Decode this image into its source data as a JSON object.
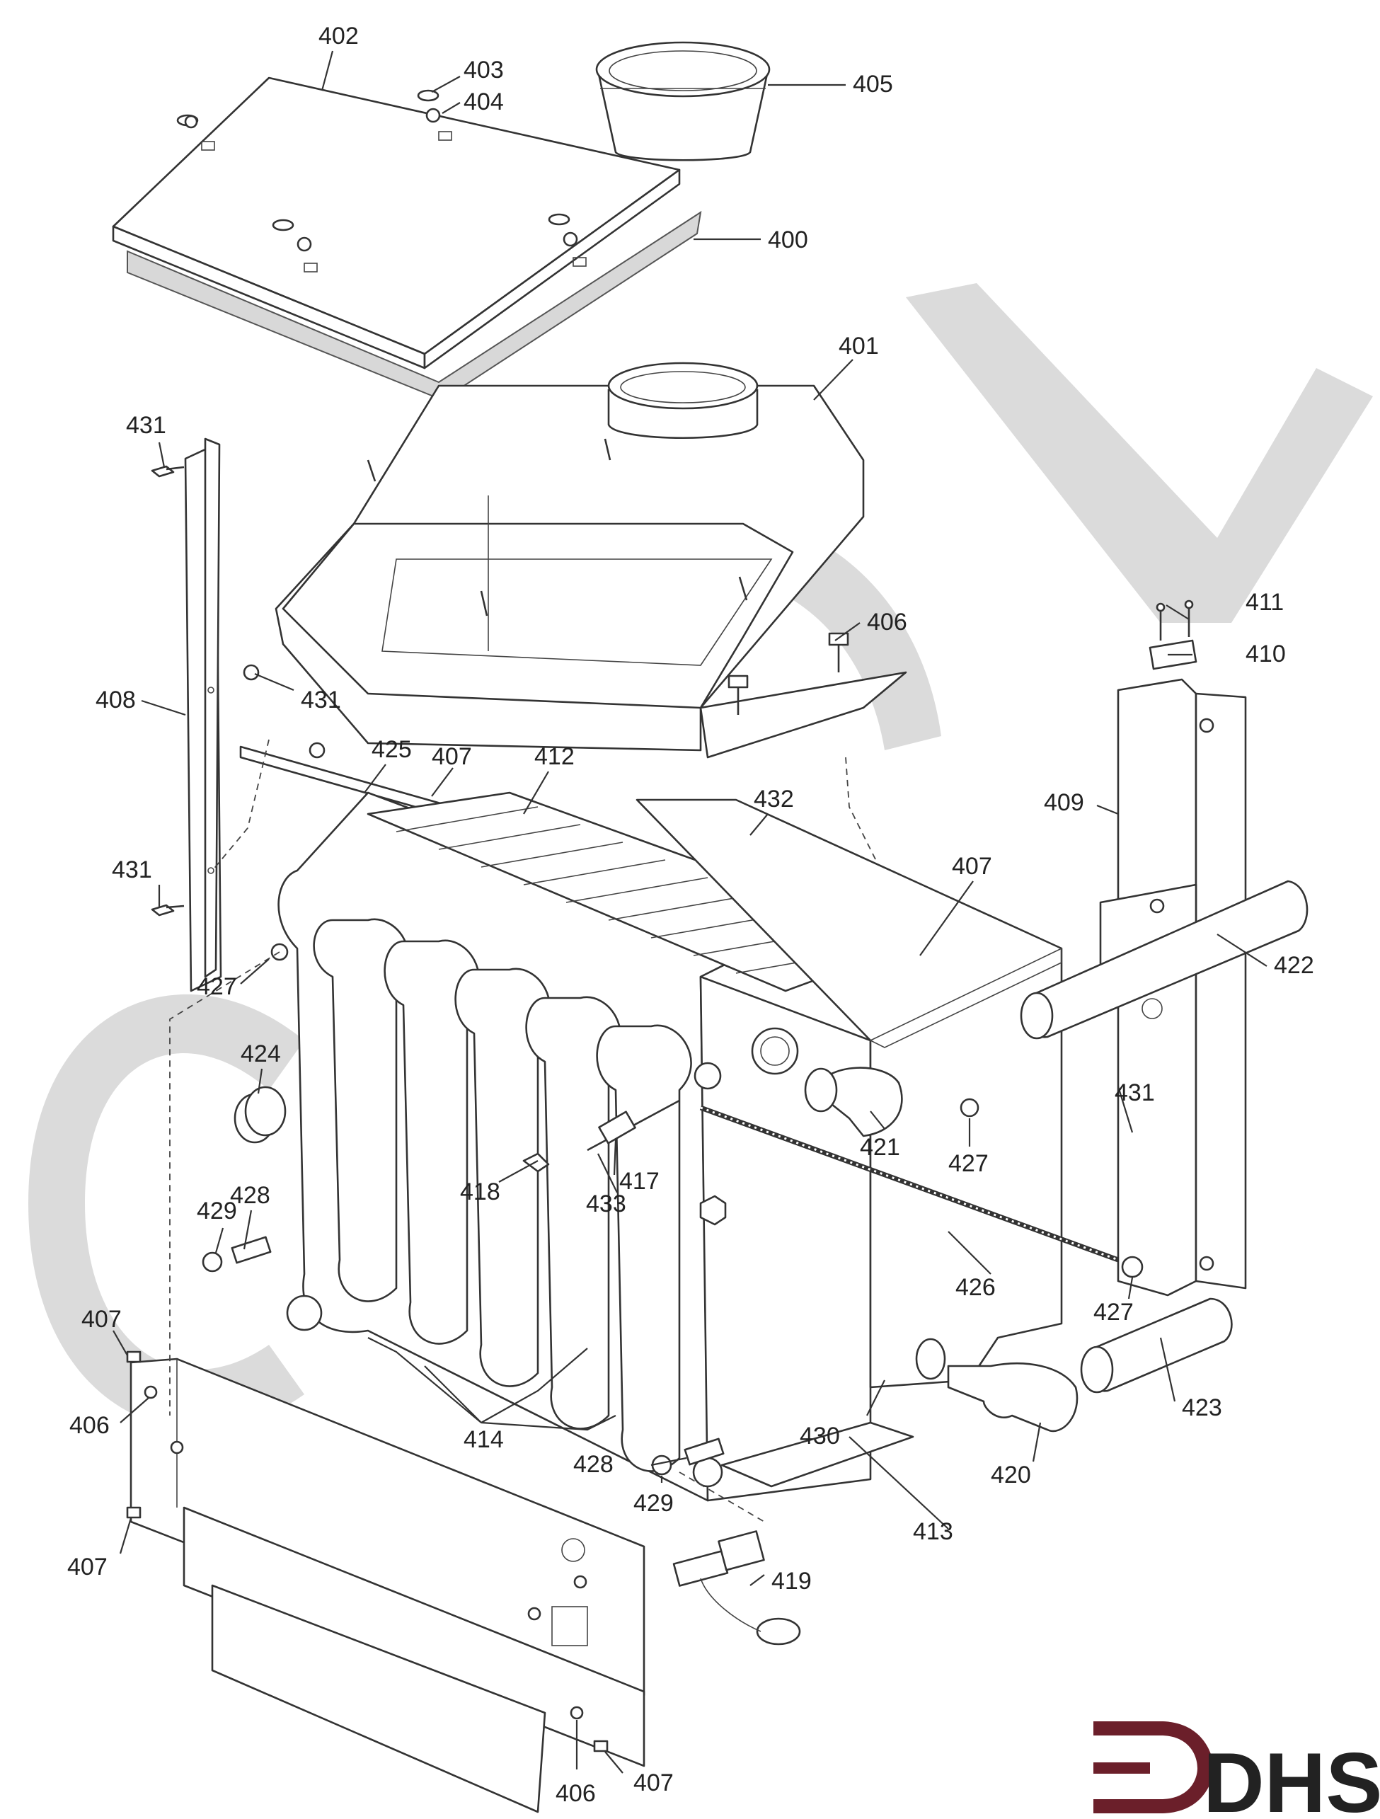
{
  "diagram": {
    "labels": {
      "l400": "400",
      "l401": "401",
      "l402": "402",
      "l403": "403",
      "l404": "404",
      "l405": "405",
      "l406a": "406",
      "l406b": "406",
      "l406c": "406",
      "l407a": "407",
      "l407b": "407",
      "l407c": "407",
      "l407d": "407",
      "l407e": "407",
      "l408": "408",
      "l409": "409",
      "l410": "410",
      "l411": "411",
      "l412": "412",
      "l413": "413",
      "l414": "414",
      "l417": "417",
      "l418": "418",
      "l419": "419",
      "l420": "420",
      "l421": "421",
      "l422": "422",
      "l423": "423",
      "l424": "424",
      "l425": "425",
      "l426": "426",
      "l427a": "427",
      "l427b": "427",
      "l427c": "427",
      "l428a": "428",
      "l428b": "428",
      "l429a": "429",
      "l429b": "429",
      "l430": "430",
      "l431a": "431",
      "l431b": "431",
      "l431c": "431",
      "l431d": "431",
      "l432": "432",
      "l433": "433"
    }
  },
  "logo": {
    "text": "DHS",
    "color": "#6b1f2a"
  },
  "colors": {
    "line": "#333333",
    "watermark": "#bdbdbd"
  }
}
